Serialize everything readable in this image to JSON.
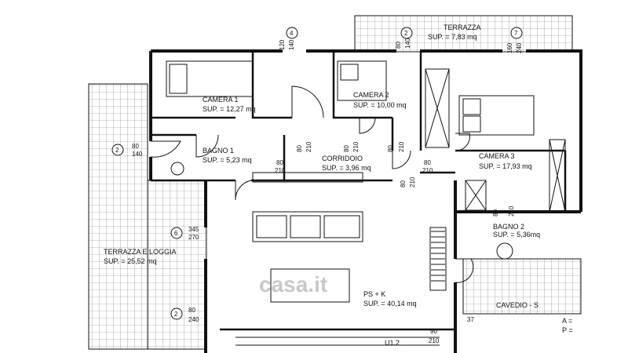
{
  "rooms": [
    {
      "name": "CAMERA 1",
      "area": "SUP. = 12,27 mq"
    },
    {
      "name": "CAMERA 2",
      "area": "SUP. = 10,00 mq"
    },
    {
      "name": "CAMERA 3",
      "area": "SUP. = 17,93 mq"
    },
    {
      "name": "BAGNO 1",
      "area": "SUP. = 5,23 mq"
    },
    {
      "name": "CORRIDOIO",
      "area": "SUP. = 3,96 mq"
    },
    {
      "name": "BAGNO 2",
      "area": "SUP. = 5,36mq"
    },
    {
      "name": "TERRAZZA",
      "area": "SUP. = 7,83 mq"
    },
    {
      "name": "TERRAZZA E LOGGIA",
      "area": "SUP. = 25,52 mq"
    },
    {
      "name": "PS + K",
      "area": "SUP. = 40,14 mq"
    },
    {
      "name": "CAVEDIO - S"
    }
  ],
  "openings": [
    {
      "num": "4",
      "w": "120",
      "h": "140"
    },
    {
      "num": "2",
      "w": "80",
      "h": "140"
    },
    {
      "num": "7",
      "w": "160",
      "h": "240"
    },
    {
      "num": "2",
      "w": "80",
      "h": "140"
    },
    {
      "num": "6",
      "w": "345",
      "h": "270"
    },
    {
      "num": "2",
      "w": "80",
      "h": "240"
    }
  ],
  "doors": [
    {
      "w": "80",
      "h": "210"
    },
    {
      "w": "80",
      "h": "210"
    },
    {
      "w": "80",
      "h": "210"
    },
    {
      "w": "80",
      "h": "210"
    },
    {
      "w": "80",
      "h": "210"
    },
    {
      "w": "80",
      "h": "210"
    },
    {
      "w": "80",
      "h": "210"
    },
    {
      "w": "90",
      "h": "210"
    }
  ],
  "misc": {
    "unit_label": "U1.2",
    "legend_a": "A =",
    "legend_p": "P =",
    "dim_37": "37",
    "watermark": "casa.it"
  }
}
